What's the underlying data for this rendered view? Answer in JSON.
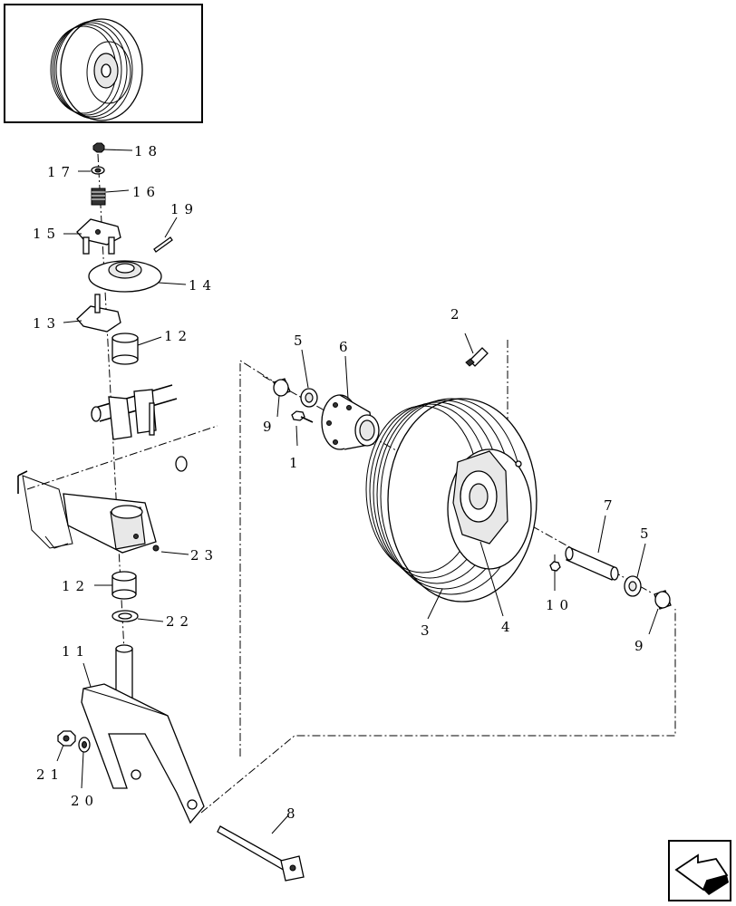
{
  "diagram": {
    "callouts": [
      {
        "id": "c1",
        "label": "1"
      },
      {
        "id": "c2",
        "label": "2"
      },
      {
        "id": "c3",
        "label": "3"
      },
      {
        "id": "c4",
        "label": "4"
      },
      {
        "id": "c5a",
        "label": "5"
      },
      {
        "id": "c5b",
        "label": "5"
      },
      {
        "id": "c6",
        "label": "6"
      },
      {
        "id": "c7",
        "label": "7"
      },
      {
        "id": "c8",
        "label": "8"
      },
      {
        "id": "c9a",
        "label": "9"
      },
      {
        "id": "c9b",
        "label": "9"
      },
      {
        "id": "c10",
        "label": "10"
      },
      {
        "id": "c11",
        "label": "11"
      },
      {
        "id": "c12a",
        "label": "12"
      },
      {
        "id": "c12b",
        "label": "12"
      },
      {
        "id": "c13",
        "label": "13"
      },
      {
        "id": "c14",
        "label": "14"
      },
      {
        "id": "c15",
        "label": "15"
      },
      {
        "id": "c16",
        "label": "16"
      },
      {
        "id": "c17",
        "label": "17"
      },
      {
        "id": "c18",
        "label": "18"
      },
      {
        "id": "c19",
        "label": "19"
      },
      {
        "id": "c20",
        "label": "20"
      },
      {
        "id": "c21",
        "label": "21"
      },
      {
        "id": "c22",
        "label": "22"
      },
      {
        "id": "c23",
        "label": "23"
      }
    ],
    "icons": {
      "thumbnail": "wheel-thumbnail-icon",
      "navigation": "back-arrow-icon"
    }
  }
}
